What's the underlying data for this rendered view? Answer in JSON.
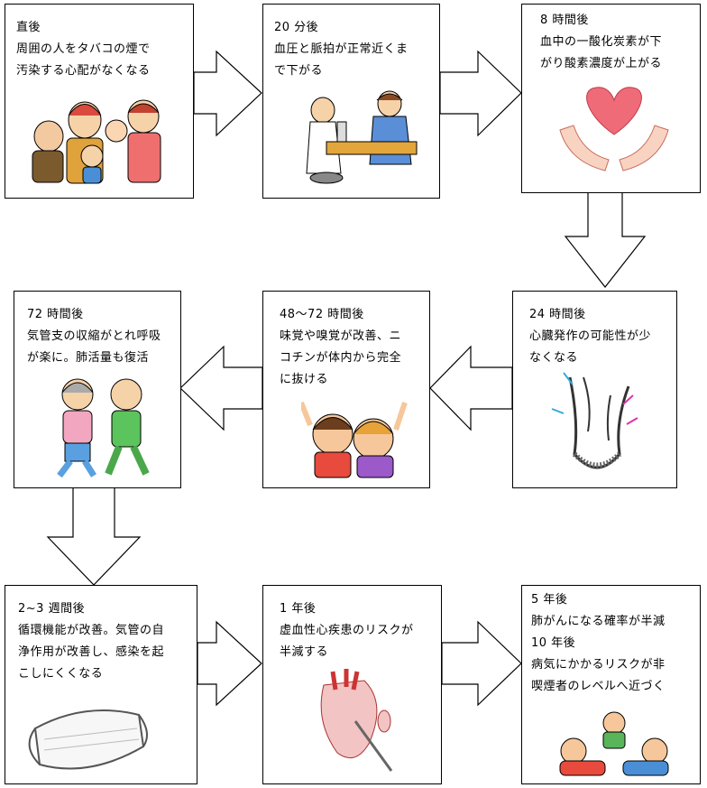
{
  "steps": [
    {
      "lines": [
        "直後",
        "周囲の人をタバコの煙で",
        "汚染する心配がなくなる"
      ]
    },
    {
      "lines": [
        "20 分後",
        "血圧と脈拍が正常近くま",
        "で下がる"
      ]
    },
    {
      "lines": [
        "8 時間後",
        "血中の一酸化炭素が下",
        "がり酸素濃度が上がる"
      ]
    },
    {
      "lines": [
        "24 時間後",
        "心臓発作の可能性が少",
        "なくなる"
      ]
    },
    {
      "lines": [
        "48～72 時間後",
        "味覚や嗅覚が改善、ニ",
        "コチンが体内から完全",
        "に抜ける"
      ]
    },
    {
      "lines": [
        "72 時間後",
        "気管支の収縮がとれ呼吸",
        "が楽に。肺活量も復活"
      ]
    },
    {
      "lines": [
        "2~3 週間後",
        "循環機能が改善。気管の自",
        "浄作用が改善し、感染を起",
        "こしにくくなる"
      ]
    },
    {
      "lines": [
        "1 年後",
        "虚血性心疾患のリスクが",
        "半減する"
      ]
    },
    {
      "lines": [
        "5 年後",
        "肺がんになる確率が半減",
        "10 年後",
        "病気にかかるリスクが非",
        "喫煙者のレベルへ近づく"
      ]
    }
  ]
}
